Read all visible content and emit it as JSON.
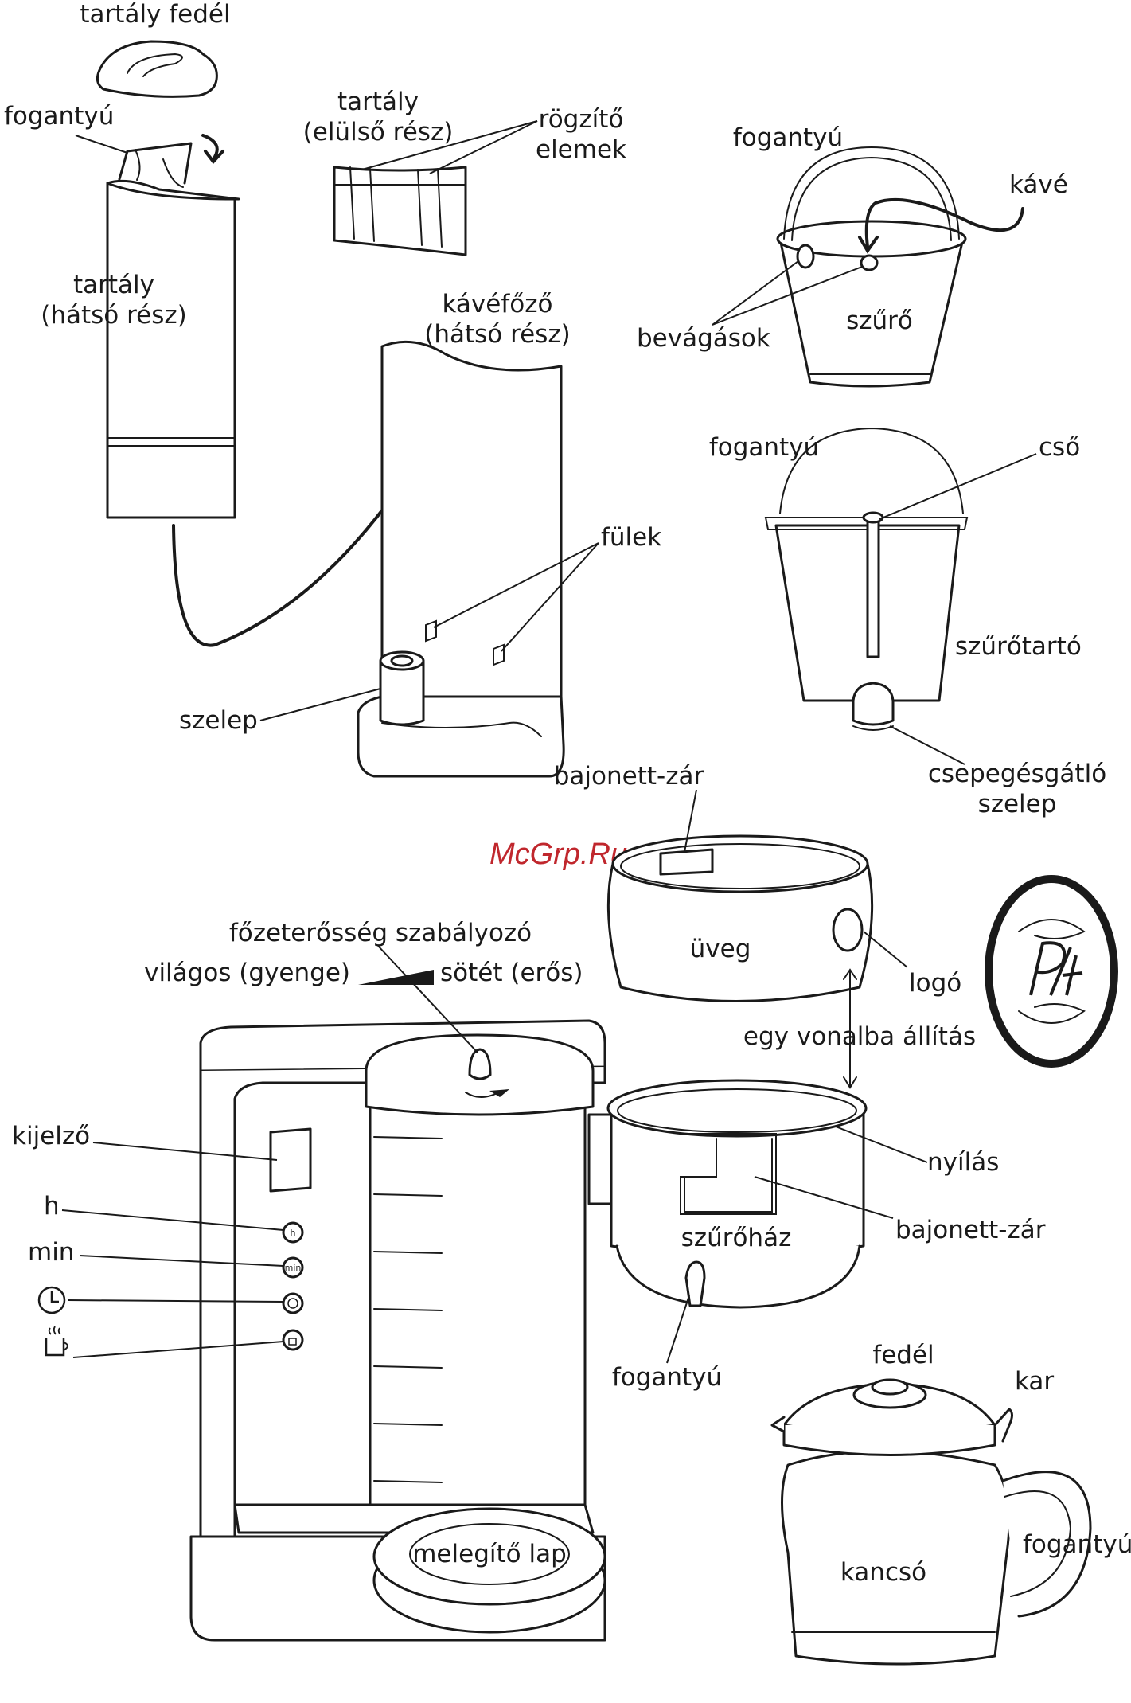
{
  "watermark": "McGrp.Ru",
  "labels": {
    "tank_lid": "tartály fedél",
    "tank_handle": "fogantyú",
    "tank_front": [
      "tartály",
      "(elülső rész)"
    ],
    "fixing_elements": [
      "rögzítő",
      "elemek"
    ],
    "tank_back": [
      "tartály",
      "(hátsó rész)"
    ],
    "maker_back": [
      "kávéfőző",
      "(hátsó rész)"
    ],
    "tabs": "fülek",
    "valve": "szelep",
    "filter_handle": "fogantyú",
    "coffee": "kávé",
    "notches": "bevágások",
    "filter": "szűrő",
    "holder_handle": "fogantyú",
    "tube": "cső",
    "filter_holder": "szűrőtartó",
    "drip_stop": [
      "csepegésgátló",
      "szelep"
    ],
    "bayonet_top": "bajonett-zár",
    "glass": "üveg",
    "logo": "logó",
    "align": "egy vonalba állítás",
    "strength": "főzeterősség szabályozó",
    "light": "világos (gyenge)",
    "dark": "sötét (erős)",
    "display": "kijelző",
    "h": "h",
    "min": "min",
    "opening": "nyílás",
    "bayonet_bottom": "bajonett-zár",
    "filter_housing": "szűrőház",
    "housing_handle": "fogantyú",
    "lid": "fedél",
    "lever": "kar",
    "jug_handle": "fogantyú",
    "jug": "kancsó",
    "warming_plate": "melegítő lap"
  },
  "buttons": {
    "h": "h",
    "min": "min"
  },
  "icons": [
    "clock-icon",
    "steam-cup-icon",
    "logo-monogram-icon"
  ],
  "colors": {
    "line": "#1a1a1a",
    "background": "#ffffff",
    "watermark": "#c0272d"
  }
}
